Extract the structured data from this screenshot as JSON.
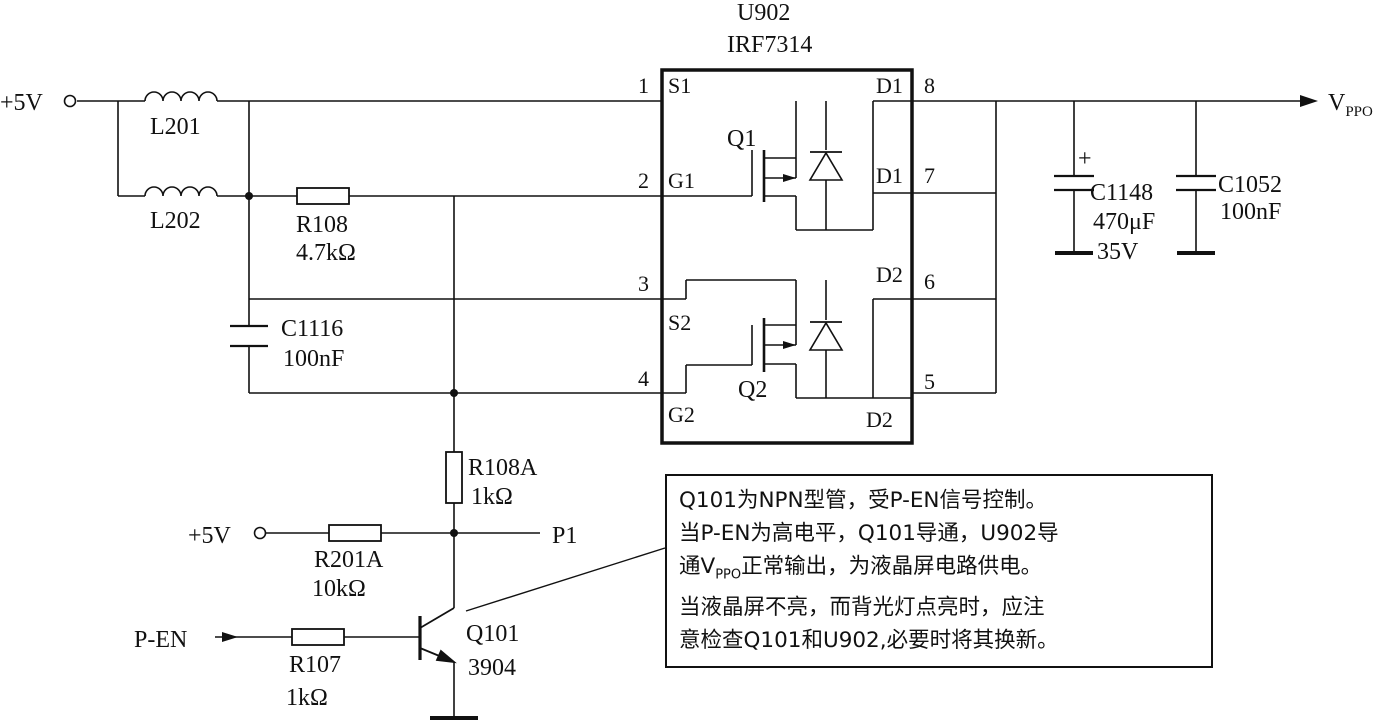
{
  "ic": {
    "ref": "U902",
    "part": "IRF7314",
    "pins": {
      "p1": "1",
      "p2": "2",
      "p3": "3",
      "p4": "4",
      "p5": "5",
      "p6": "6",
      "p7": "7",
      "p8": "8"
    },
    "pin_names": {
      "s1": "S1",
      "g1": "G1",
      "s2": "S2",
      "g2": "G2",
      "d1_top": "D1",
      "d1_mid": "D1",
      "d2_top": "D2",
      "d2_bot": "D2"
    },
    "q1": "Q1",
    "q2": "Q2"
  },
  "supply": {
    "top": "+5V",
    "bottom": "+5V"
  },
  "output": {
    "main": "V",
    "sub": "PPO"
  },
  "components": {
    "l201": "L201",
    "l202": "L202",
    "r108_ref": "R108",
    "r108_val": "4.7kΩ",
    "c1116_ref": "C1116",
    "c1116_val": "100nF",
    "r108a_ref": "R108A",
    "r108a_val": "1kΩ",
    "r201a_ref": "R201A",
    "r201a_val": "10kΩ",
    "r107_ref": "R107",
    "r107_val": "1kΩ",
    "q101_ref": "Q101",
    "q101_val": "3904",
    "c1148_ref": "C1148",
    "c1148_val": "470μF",
    "c1148_volt": "35V",
    "c1148_plus": "+",
    "c1052_ref": "C1052",
    "c1052_val": "100nF"
  },
  "signals": {
    "p1": "P1",
    "pen": "P-EN"
  },
  "note": {
    "line1": "Q101为NPN型管，受P-EN信号控制。",
    "line2": "当P-EN为高电平，Q101导通，U902导",
    "line3_a": "通V",
    "line3_sub": "PPO",
    "line3_b": "正常输出，为液晶屏电路供电。",
    "line4": "当液晶屏不亮，而背光灯点亮时，应注",
    "line5": "意检查Q101和U902,必要时将其换新。"
  }
}
